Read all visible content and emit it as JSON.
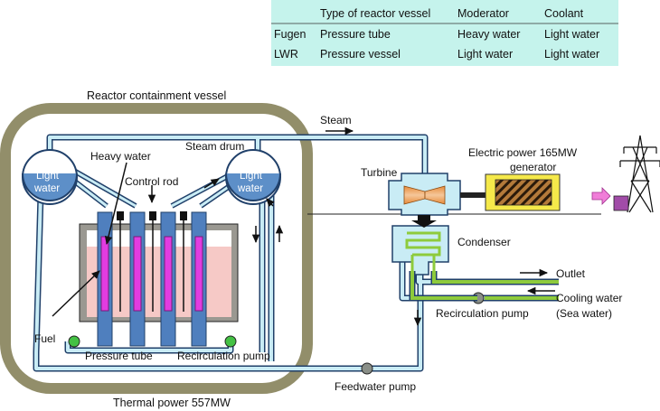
{
  "table": {
    "headers": [
      "",
      "Type of reactor vessel",
      "Moderator",
      "Coolant"
    ],
    "rows": [
      [
        "Fugen",
        "Pressure tube",
        "Heavy water",
        "Light water"
      ],
      [
        "LWR",
        "Pressure vessel",
        "Light water",
        "Light water"
      ]
    ]
  },
  "labels": {
    "containment": "Reactor containment vessel",
    "steam": "Steam",
    "steam_drum": "Steam drum",
    "heavy_water": "Heavy water",
    "control_rod": "Control rod",
    "light_water_line1": "Light",
    "light_water_line2": "water",
    "turbine": "Turbine",
    "electric_power": "Electric power 165MW",
    "generator": "generator",
    "condenser": "Condenser",
    "outlet": "Outlet",
    "cooling_water": "Cooling water",
    "sea_water": "(Sea water)",
    "recirculation_pump_right": "Recirculation pump",
    "fuel": "Fuel",
    "pressure_tube": "Pressure tube",
    "recirculation_pump_left": "Recirculation pump",
    "feedwater_pump": "Feedwater pump",
    "thermal_power": "Thermal power 557MW"
  },
  "colors": {
    "table_bg": "#c5f3ec",
    "containment": "#928e6a",
    "pipe_fill": "#c9ecf5",
    "pipe_stroke": "#20406a",
    "drum": "#5d8fc8",
    "core_pink": "#f6c9c6",
    "fuel_magenta": "#e23ce0",
    "tube_blue": "#4f7fbe",
    "generator_yellow": "#f5e94a",
    "condenser_green": "#8ecb3c",
    "pump_green": "#44c144",
    "pump_gray": "#8a8f88",
    "arrow_pink": "#f07dd8"
  }
}
